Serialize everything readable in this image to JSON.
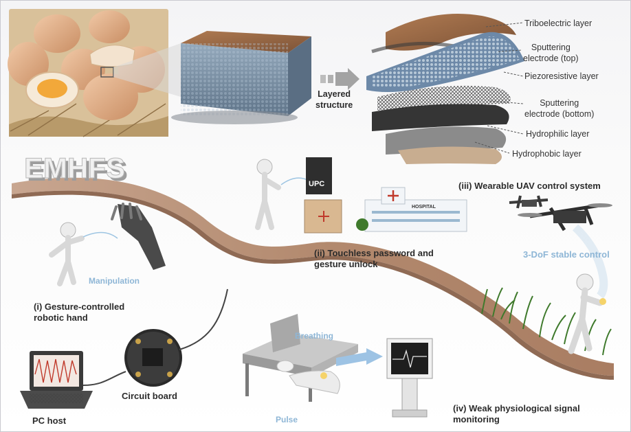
{
  "brand": "EMHFS",
  "layered_structure": "Layered\nstructure",
  "layers": {
    "triboelectric": "Triboelectric layer",
    "sputter_top": "Sputtering\nelectrode (top)",
    "piezoresistive": "Piezoresistive layer",
    "sputter_bottom": "Sputtering\nelectrode (bottom)",
    "hydrophilic": "Hydrophilic layer",
    "hydrophobic": "Hydrophobic layer"
  },
  "applications": {
    "robotic_hand": "(i)  Gesture-controlled\nrobotic hand",
    "manipulation": "Manipulation",
    "touchless": "(ii)  Touchless password and\ngesture unlock",
    "uav": "(iii)  Wearable UAV control system",
    "dof": "3-DoF stable control",
    "physiological": "(iv)  Weak physiological signal\nmonitoring",
    "breathing": "Breathing",
    "pulse": "Pulse"
  },
  "hardware": {
    "pc_host": "PC host",
    "circuit_board": "Circuit board"
  },
  "device_text": {
    "upc": "UPC",
    "hospital": "HOSPITAL"
  },
  "colors": {
    "ribbon": "#b58c72",
    "label_blue": "#8eb6d6",
    "sponge": "#7d94aa",
    "fiber_brown": "#8a5a3a"
  }
}
